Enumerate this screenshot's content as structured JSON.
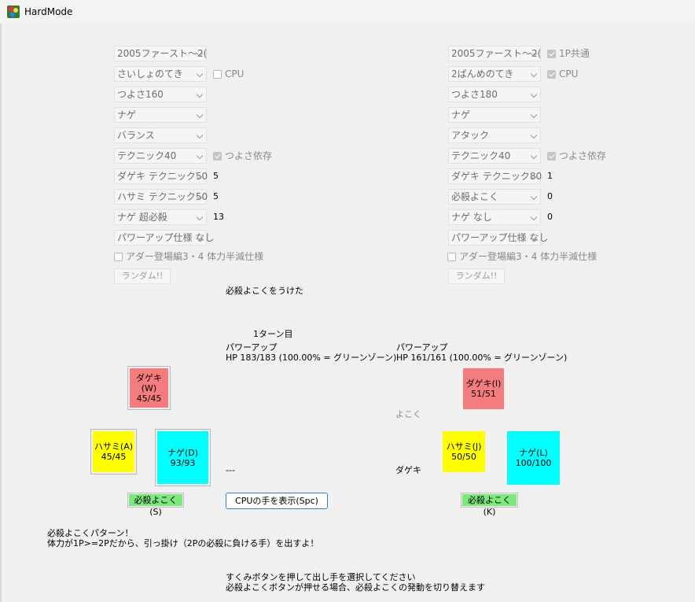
{
  "window": {
    "title": "HardMode"
  },
  "p1": {
    "dropdowns": [
      "2005ファースト〜2(",
      "さいしょのてき",
      "つよさ160",
      "ナゲ",
      "バランス",
      "テクニック40",
      "ダゲキ テクニック50",
      "ハサミ テクニック50",
      "ナゲ 超必殺",
      "パワーアップ仕様 なし"
    ],
    "cpu_label": "CPU",
    "tsuyosa_label": "つよさ依存",
    "values": [
      "5",
      "5",
      "13"
    ],
    "ader_label": "アダー登場編3・4 体力半減仕様",
    "random_label": "ランダム!!"
  },
  "p2": {
    "dropdowns": [
      "2005ファースト〜2(",
      "2ばんめのてき",
      "つよさ180",
      "ナゲ",
      "アタック",
      "テクニック40",
      "ダゲキ テクニック80",
      "必殺よこく",
      "ナゲ なし",
      "パワーアップ仕様 なし"
    ],
    "common_label": "1P共通",
    "cpu_label": "CPU",
    "tsuyosa_label": "つよさ依存",
    "values": [
      "1",
      "0",
      "0"
    ],
    "ader_label": "アダー登場編3・4 体力半減仕様",
    "random_label": "ランダム!!"
  },
  "battle": {
    "message": "必殺よこくをうけた",
    "turn": "1ターン目",
    "p1_status_1": "パワーアップ",
    "p1_status_2": "HP 183/183 (100.00% = グリーンゾーン)",
    "p2_status_1": "パワーアップ",
    "p2_status_2": "HP 161/161 (100.00% = グリーンゾーン)",
    "p1_moves": {
      "dageki": {
        "name": "ダゲキ(W)",
        "count": "45/45",
        "color": "#f47c7c"
      },
      "hasami": {
        "name": "ハサミ(A)",
        "count": "45/45",
        "color": "#ffff00"
      },
      "nage": {
        "name": "ナゲ(D)",
        "count": "93/93",
        "color": "#00ffff"
      }
    },
    "p2_moves": {
      "dageki": {
        "name": "ダゲキ(I)",
        "count": "51/51",
        "color": "#f47c7c"
      },
      "hasami": {
        "name": "ハサミ(J)",
        "count": "50/50",
        "color": "#ffff00"
      },
      "nage": {
        "name": "ナゲ(L)",
        "count": "100/100",
        "color": "#00ffff"
      }
    },
    "p2_yokoku_label": "よこく",
    "p1_choice": "---",
    "p2_choice": "ダゲキ",
    "p1_special_btn": "必殺よこく(S)",
    "cpu_btn": "CPUの手を表示(Spc)",
    "p2_special_btn": "必殺よこく(K)"
  },
  "hint": {
    "line1": "必殺よこくパターン！",
    "line2": "体力が1P>=2Pだから、引っ掛け（2Pの必殺に負ける手）を出すよ！"
  },
  "instructions": {
    "line1": "すくみボタンを押して出し手を選択してください",
    "line2": "必殺よこくボタンが押せる場合、必殺よこくの発動を切り替えます"
  }
}
